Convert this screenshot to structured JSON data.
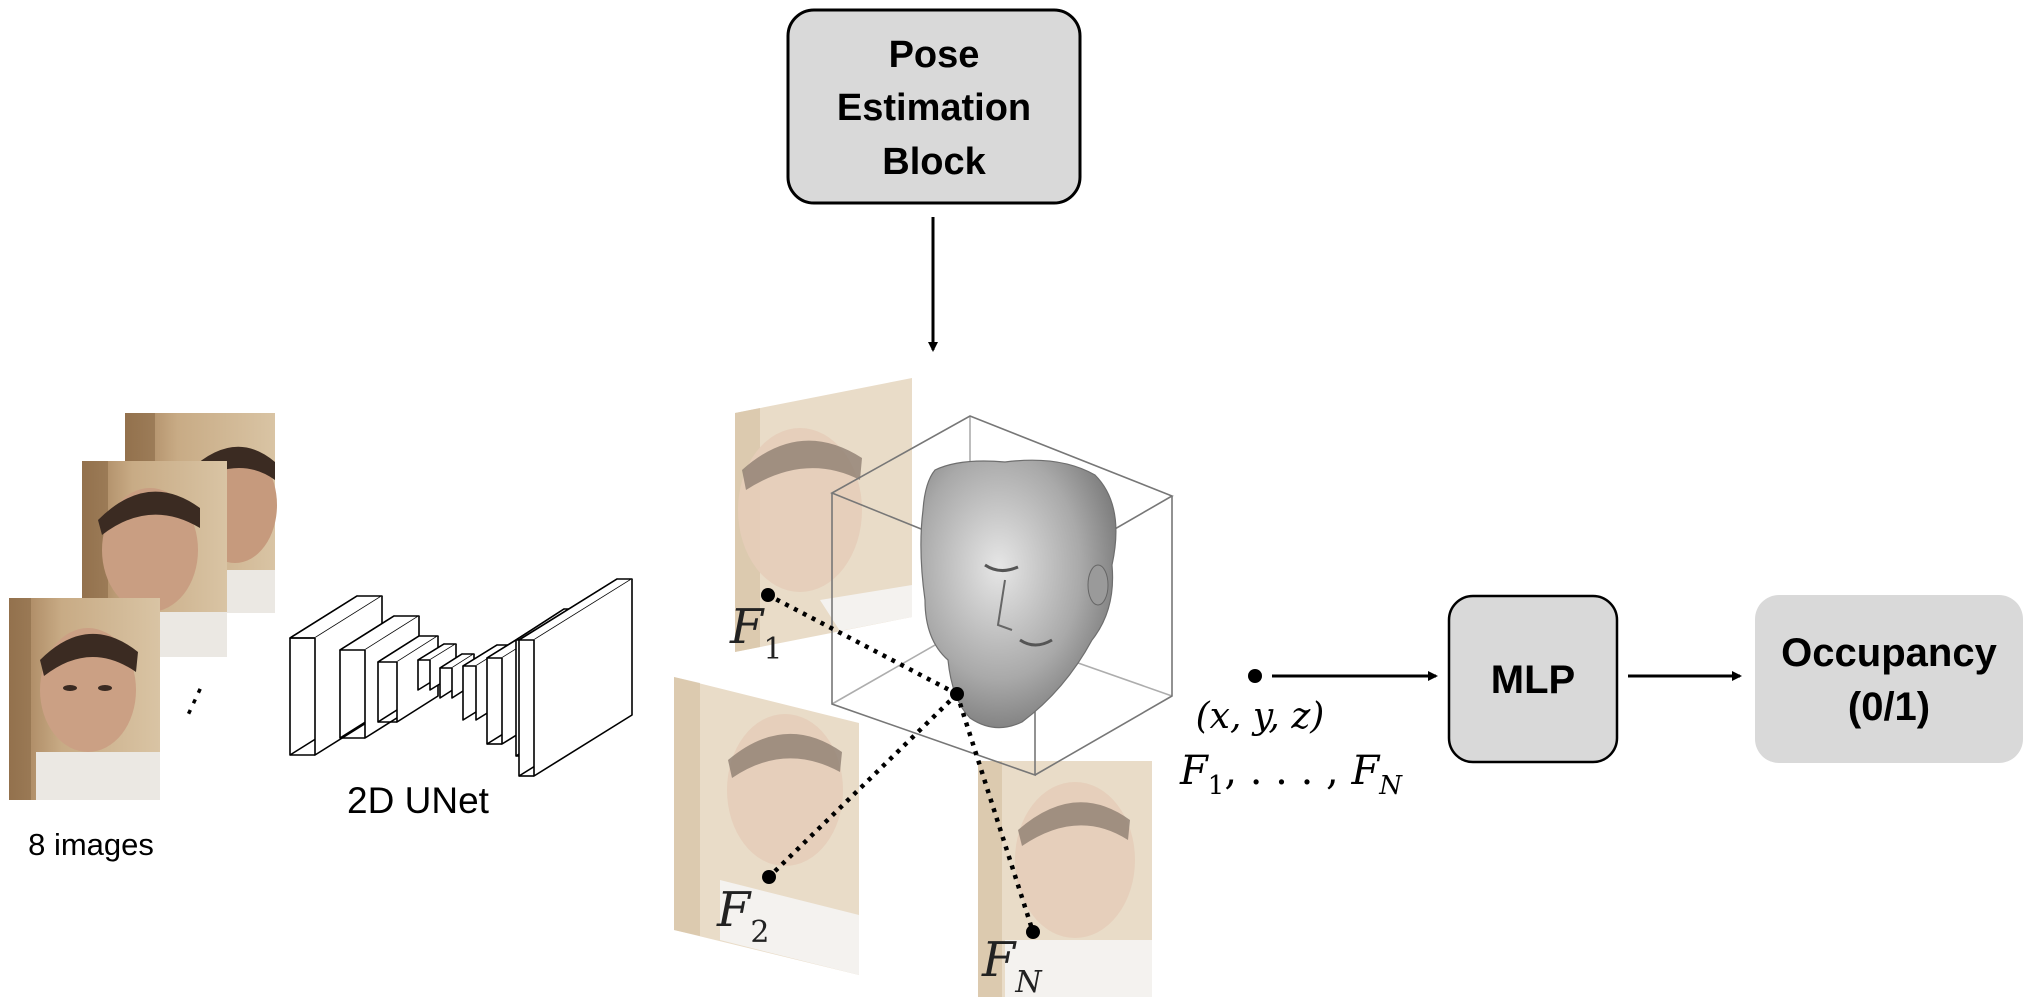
{
  "pose_block": {
    "line1": "Pose",
    "line2": "Estimation",
    "line3": "Block"
  },
  "input_caption": "8 images",
  "ellipsis": "⋮",
  "unet_label": "2D UNet",
  "feature_labels": {
    "f1": "F",
    "f1_sub": "1",
    "f2": "F",
    "f2_sub": "2",
    "fn": "F",
    "fn_sub": "N"
  },
  "point_label": "(x, y, z)",
  "features_label": {
    "f": "F",
    "sub1": "1",
    "mid": ", . . . , ",
    "f2": "F",
    "subN": "N"
  },
  "mlp_label": "MLP",
  "occupancy": {
    "line1": "Occupancy",
    "line2": "(0/1)"
  },
  "colors": {
    "box_fill": "#d9d9d9",
    "occupancy_fill": "#d9d9d9",
    "stroke": "#000000",
    "photo_wall": "#b89a74",
    "photo_skin": "#c79a7e",
    "photo_hair": "#3a2a22",
    "photo_shirt": "#ece9e4",
    "faded_photo": "#e8dccb",
    "head_gray": "#8c8c8c"
  }
}
